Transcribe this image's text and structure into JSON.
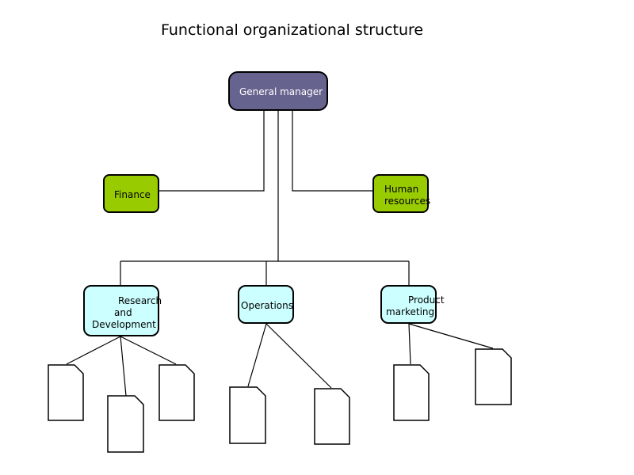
{
  "title": "Functional organizational structure",
  "nodes": {
    "general_manager": "General manager",
    "finance": "Finance",
    "human_resources": [
      "Human",
      "resources"
    ],
    "research_development": [
      "Research",
      "and",
      "Development"
    ],
    "operations": "Operations",
    "product_marketing": [
      "Product",
      "marketing"
    ]
  },
  "colors": {
    "manager_fill": "#66638f",
    "staff_fill": "#99cc00",
    "department_fill": "#ccffff",
    "document_fill": "#ffffff",
    "line": "#000000"
  },
  "icons": {
    "document": "document-icon"
  }
}
